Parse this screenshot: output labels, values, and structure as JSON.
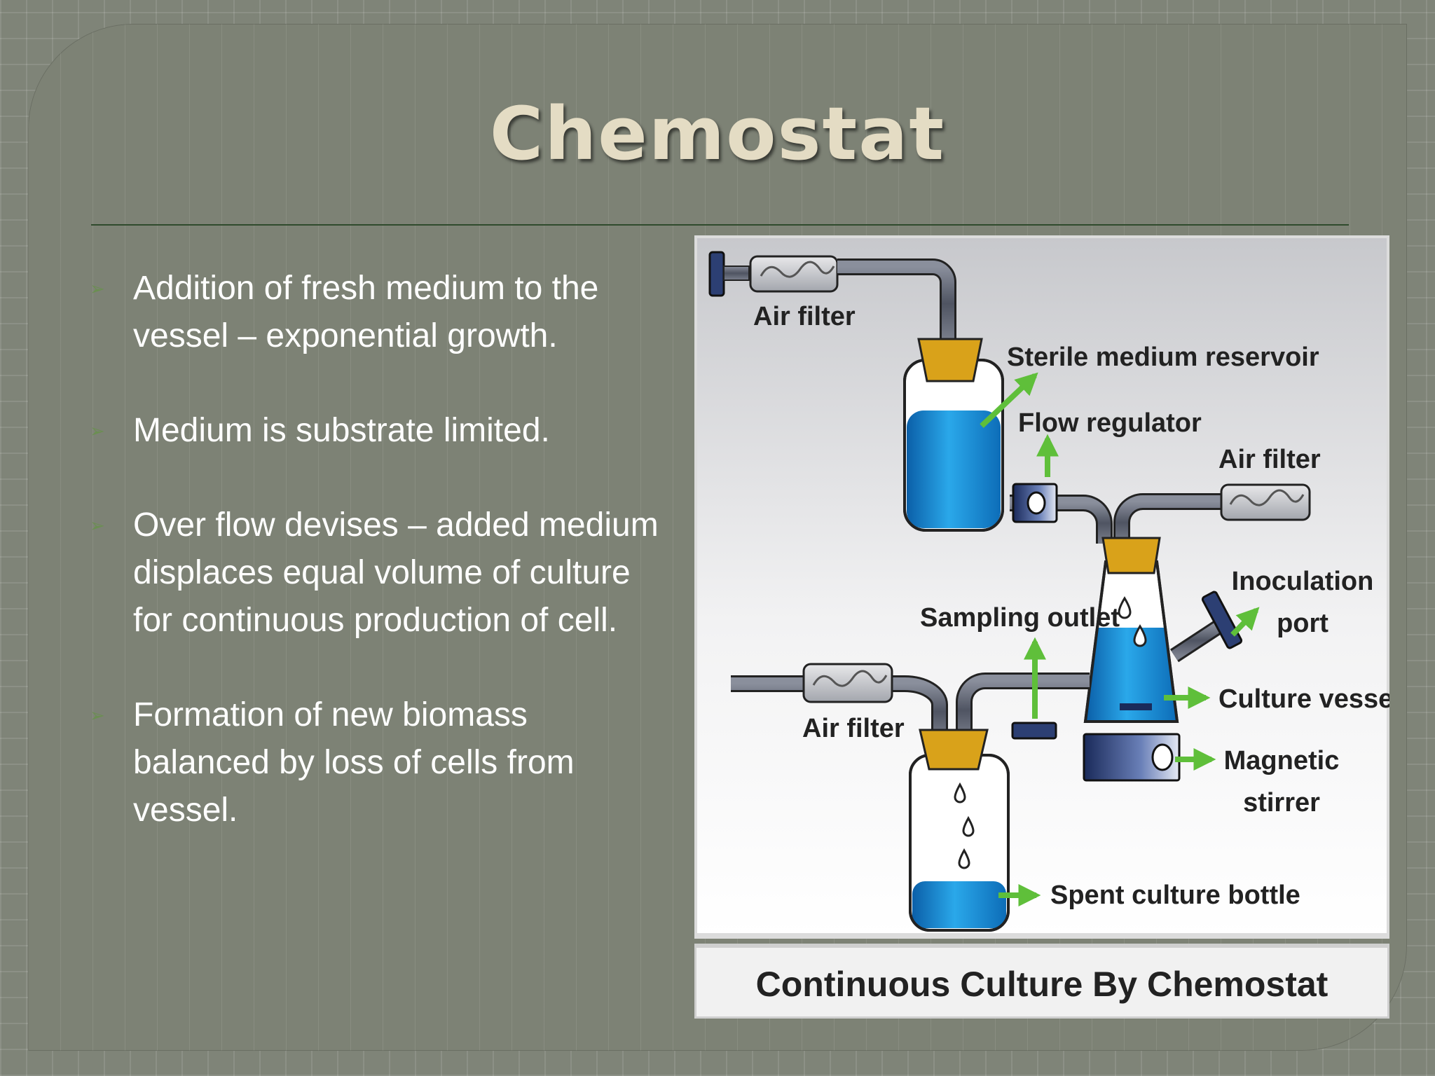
{
  "slide": {
    "title": "Chemostat",
    "bullets": [
      "Addition of fresh medium to the vessel – exponential growth.",
      "Medium is substrate limited.",
      "Over flow devises – added medium displaces equal volume of culture for continuous production of cell.",
      "Formation of new biomass balanced by loss of cells from vessel."
    ]
  },
  "diagram": {
    "labels": {
      "air_filter_top": "Air filter",
      "sterile_medium_reservoir": "Sterile medium reservoir",
      "flow_regulator": "Flow regulator",
      "air_filter_right": "Air filter",
      "inoculation_line1": "Inoculation",
      "inoculation_line2": "port",
      "sampling_outlet": "Sampling outlet",
      "air_filter_bottom": "Air filter",
      "culture_vessel": "Culture vessel",
      "magnetic_line1": "Magnetic",
      "magnetic_line2": "stirrer",
      "spent_culture_bottle": "Spent culture bottle"
    },
    "caption": "Continuous Culture By Chemostat",
    "colors": {
      "medium_blue": "#1a8fd6",
      "stopper_gold": "#d9a21a",
      "pipe_gray": "#5d6270",
      "arrow_green": "#5fbf3a"
    }
  }
}
